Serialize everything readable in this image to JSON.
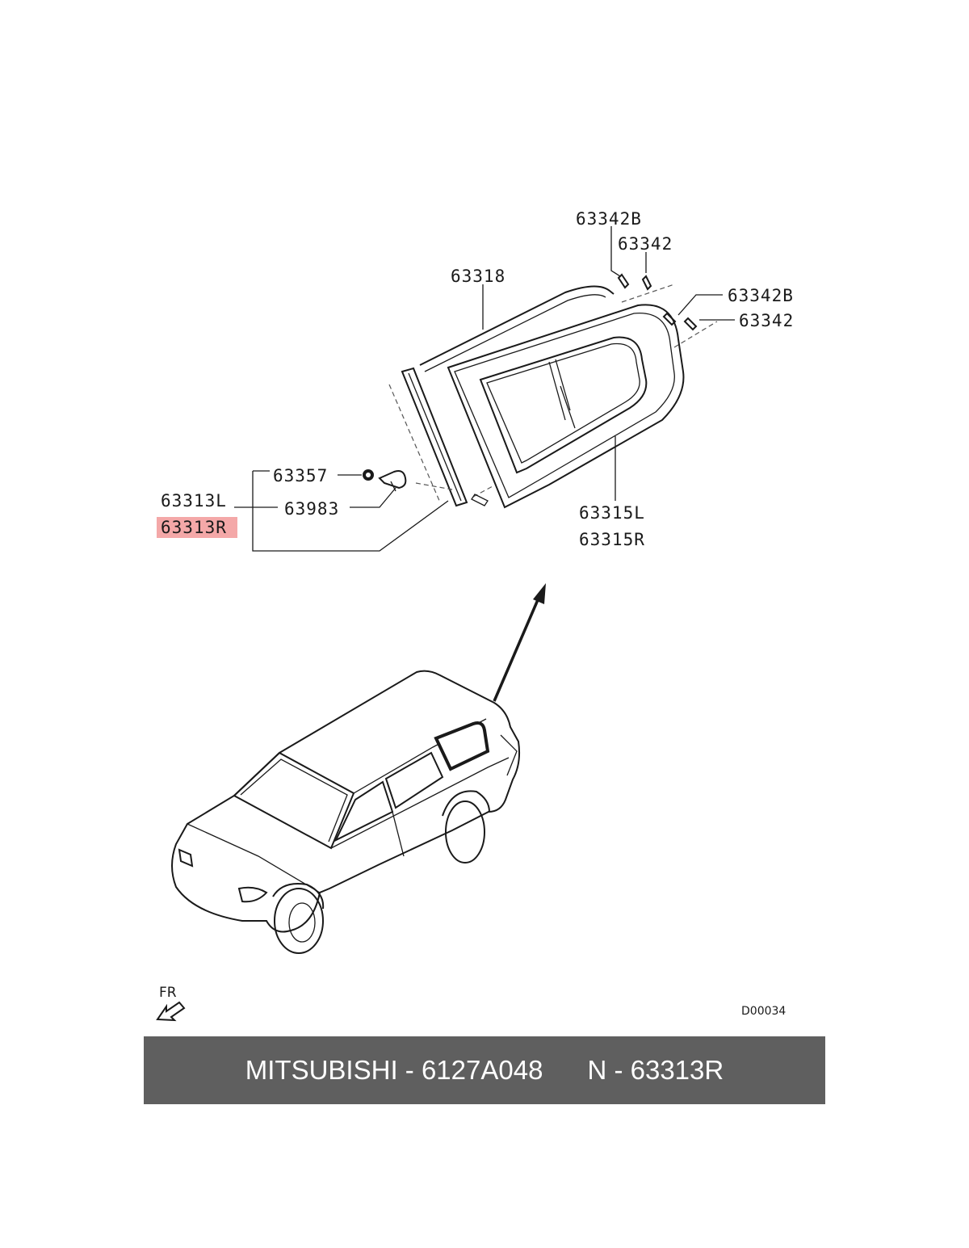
{
  "diagram": {
    "labels": {
      "p63342B_top": "63342B",
      "p63342_top": "63342",
      "p63318": "63318",
      "p63342B_right": "63342B",
      "p63342_right": "63342",
      "p63357": "63357",
      "p63313L": "63313L",
      "p63983": "63983",
      "p63313R": "63313R",
      "p63315L": "63315L",
      "p63315R": "63315R"
    },
    "highlight_color": "#f4a8a8",
    "fr_label": "FR",
    "diagram_code": "D00034"
  },
  "banner": {
    "brand": "MITSUBISHI",
    "part_number": "6127A048",
    "ref_prefix": "N",
    "ref_number": "63313R",
    "background": "#5f5f5f",
    "text_color": "#ffffff"
  }
}
